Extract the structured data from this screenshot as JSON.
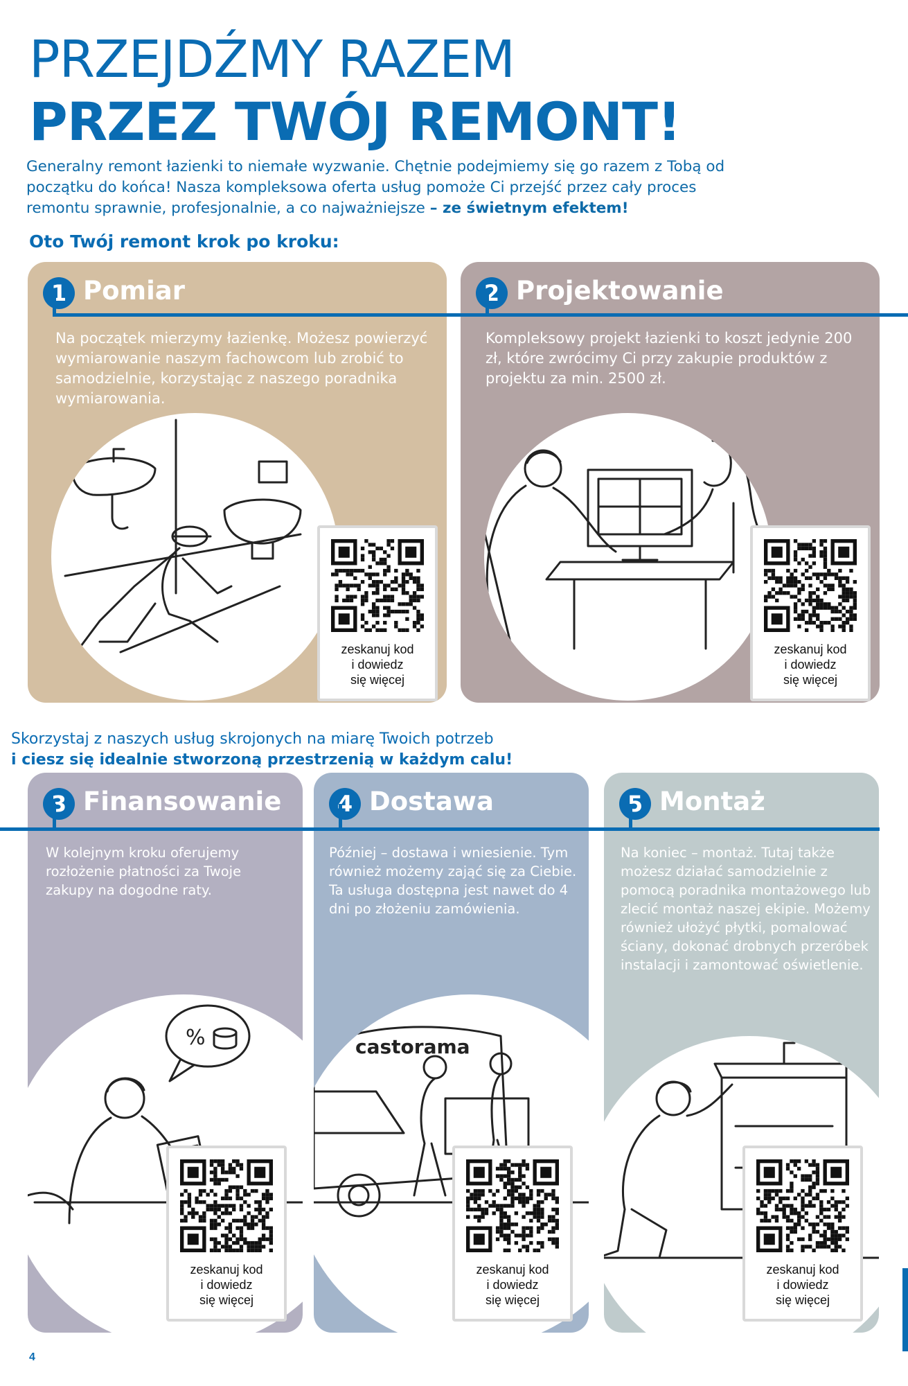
{
  "header": {
    "title_line1": "PRZEJDŹMY RAZEM",
    "title_line2": "PRZEZ TWÓJ REMONT!",
    "intro_text": "Generalny remont łazienki to niemałe wyzwanie. Chętnie podejmiemy się go razem z Tobą od początku do końca! Nasza kompleksowa oferta usług pomoże Ci przejść przez cały proces remontu sprawnie, profesjonalnie, a co najważniejsze ",
    "intro_bold": "– ze świetnym efektem!",
    "subheading": "Oto Twój remont krok po kroku:"
  },
  "middle": {
    "line1": "Skorzystaj z naszych usług skrojonych na miarę Twoich potrzeb",
    "line2": "i ciesz się idealnie stworzoną przestrzenią w każdym calu!"
  },
  "qr_caption": {
    "l1": "zeskanuj kod",
    "l2": "i dowiedz",
    "l3": "się więcej"
  },
  "colors": {
    "brand_blue": "#0a6cb3",
    "card1": "#d4bfa2",
    "card2": "#b3a4a4",
    "card3": "#b3b0c1",
    "card4": "#a3b5cb",
    "card5": "#bfcbcc"
  },
  "steps": [
    {
      "number": "1",
      "title": "Pomiar",
      "description": "Na początek mierzymy łazienkę. Możesz powierzyć wymiarowanie naszym fachowcom lub zrobić to samodzielnie, korzystając z naszego poradnika wymiarowania.",
      "illustration": "worker-measuring-bathroom-floor"
    },
    {
      "number": "2",
      "title": "Projektowanie",
      "description": "Kompleksowy projekt łazienki to koszt jedynie 200 zł, które zwrócimy Ci przy zakupie produktów z projektu za min. 2500 zł.",
      "illustration": "designer-and-client-at-computer"
    },
    {
      "number": "3",
      "title": "Finansowanie",
      "description": "W kolejnym kroku oferujemy rozłożenie płatności za Twoje zakupy na dogodne raty.",
      "illustration": "man-reading-document-percent-bubble"
    },
    {
      "number": "4",
      "title": "Dostawa",
      "description": "Później – dostawa i wniesienie. Tym również możemy zająć się za Ciebie. Ta usługa dostępna jest nawet do 4 dni po złożeniu zamówienia.",
      "illustration": "delivery-van-and-couriers",
      "van_logo": "castorama"
    },
    {
      "number": "5",
      "title": "Montaż",
      "description": "Na koniec – montaż. Tutaj także możesz działać samodzielnie z pomocą poradnika montażowego lub zlecić montaż naszej ekipie. Możemy również ułożyć płytki, pomalować ściany, dokonać drobnych przeróbek instalacji i zamontować oświetlenie.",
      "illustration": "installer-mounting-vanity-cabinet"
    }
  ],
  "page_number": "4"
}
